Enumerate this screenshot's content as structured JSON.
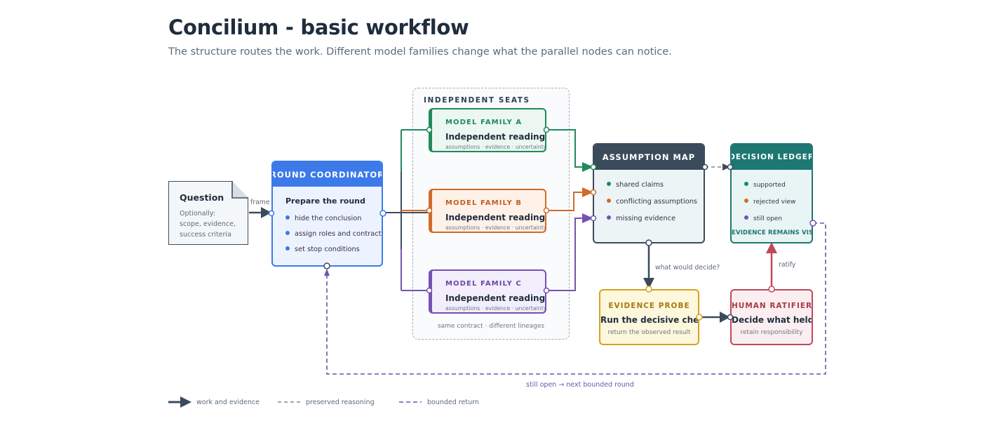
{
  "title": "Concilium - basic workflow",
  "subtitle": "The structure routes the work. Different model families change what the parallel nodes can notice.",
  "question": {
    "title": "Question",
    "lines": [
      "Optionally:",
      "scope, evidence,",
      "success criteria"
    ]
  },
  "edge_labels": {
    "frame": "frame",
    "what_would_decide": "what would decide?",
    "ratify": "ratify",
    "loop": "still open → next bounded round"
  },
  "round_coordinator": {
    "header": "ROUND COORDINATOR",
    "subtitle": "Prepare the round",
    "items": [
      "hide the conclusion",
      "assign roles and contract",
      "set stop conditions"
    ]
  },
  "independent_seats": {
    "label": "INDEPENDENT SEATS",
    "footer": "same contract · different lineages",
    "families": [
      {
        "title": "MODEL FAMILY A",
        "subtitle": "Independent reading",
        "footer": "assumptions · evidence · uncertainty",
        "color": "#1f8a5b"
      },
      {
        "title": "MODEL FAMILY B",
        "subtitle": "Independent reading",
        "footer": "assumptions · evidence · uncertainty",
        "color": "#d3692a"
      },
      {
        "title": "MODEL FAMILY C",
        "subtitle": "Independent reading",
        "footer": "assumptions · evidence · uncertainty",
        "color": "#7452b3"
      }
    ]
  },
  "assumption_map": {
    "header": "ASSUMPTION MAP",
    "items": [
      {
        "label": "shared claims",
        "color": "#1f8a5b"
      },
      {
        "label": "conflicting assumptions",
        "color": "#d3692a"
      },
      {
        "label": "missing evidence",
        "color": "#7452b3"
      }
    ]
  },
  "decision_ledger": {
    "header": "DECISION LEDGER",
    "items": [
      {
        "label": "supported",
        "color": "#1f8a5b"
      },
      {
        "label": "rejected view",
        "color": "#d3692a"
      },
      {
        "label": "still open",
        "color": "#7452b3"
      }
    ],
    "footer": "EVIDENCE REMAINS VISIBLE"
  },
  "evidence_probe": {
    "title": "EVIDENCE PROBE",
    "subtitle": "Run the decisive check",
    "footer": "return the observed result"
  },
  "human_ratifier": {
    "title": "HUMAN RATIFIER",
    "subtitle": "Decide what held",
    "footer": "retain responsibility"
  },
  "legend": [
    {
      "label": "work and evidence",
      "style": "solid-arrow"
    },
    {
      "label": "preserved reasoning",
      "style": "dashed"
    },
    {
      "label": "bounded return",
      "style": "dashed-purple"
    }
  ]
}
